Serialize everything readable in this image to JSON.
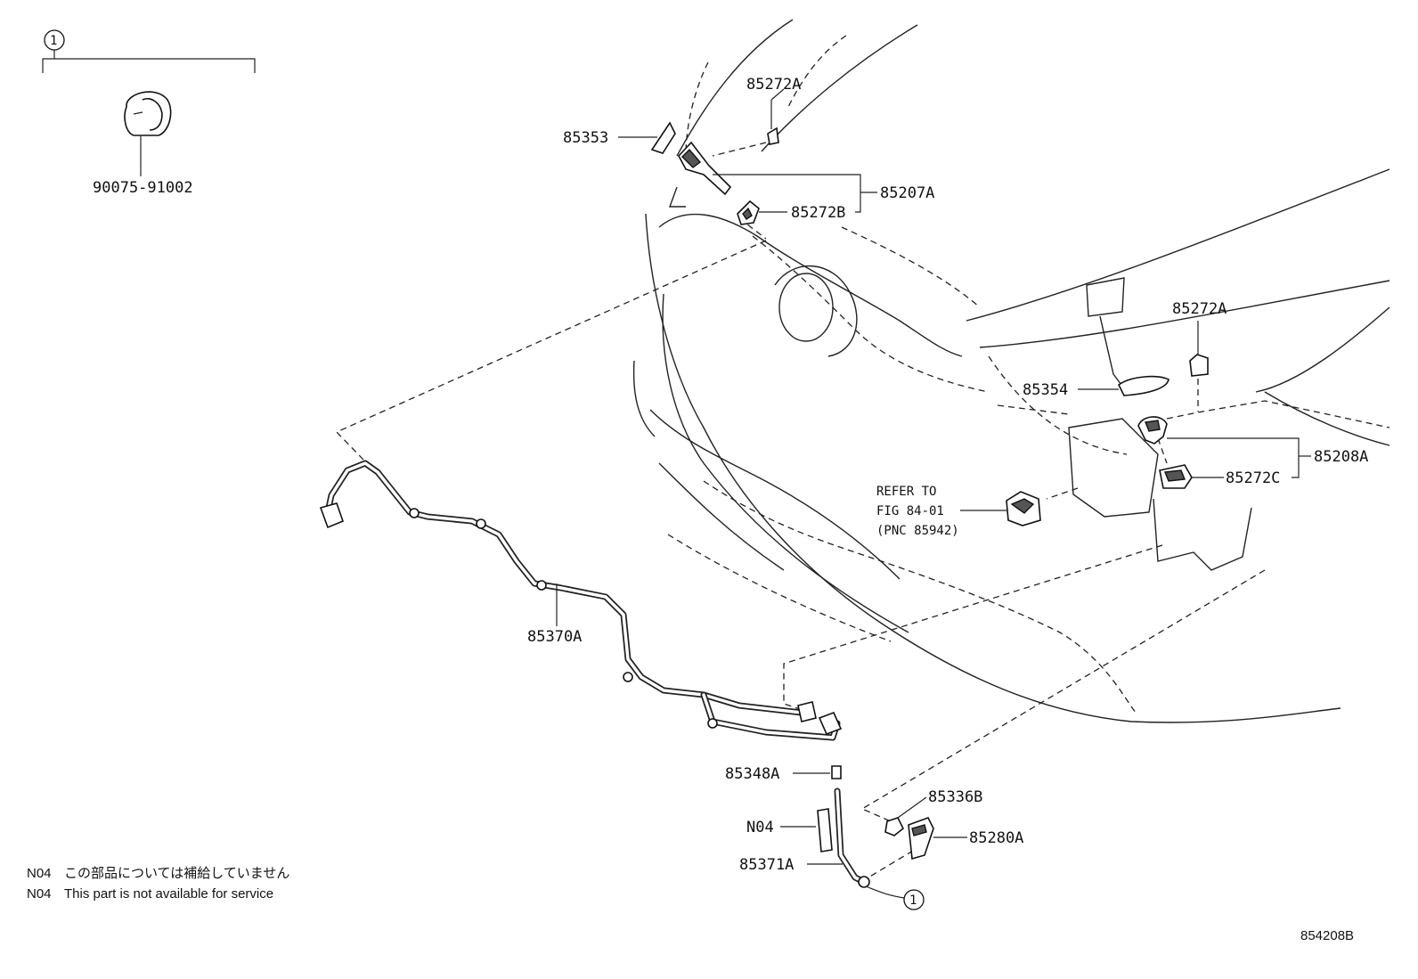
{
  "diagram": {
    "figure_code": "854208B",
    "callout_symbol": "1",
    "labels": {
      "p90075": "90075-91002",
      "p85272A_top": "85272A",
      "p85353": "85353",
      "p85207A": "85207A",
      "p85272B": "85272B",
      "p85272A_right": "85272A",
      "p85354": "85354",
      "p85208A": "85208A",
      "p85272C": "85272C",
      "p85370A": "85370A",
      "p85348A": "85348A",
      "p85336B": "85336B",
      "pN04": "N04",
      "p85280A": "85280A",
      "p85371A": "85371A"
    },
    "refer": {
      "line1": "REFER TO",
      "line2": "FIG 84-01",
      "line3": "(PNC 85942)"
    },
    "notes": [
      {
        "code": "N04",
        "text": "この部品については補給していません"
      },
      {
        "code": "N04",
        "text": "This part is not available for service"
      }
    ]
  }
}
